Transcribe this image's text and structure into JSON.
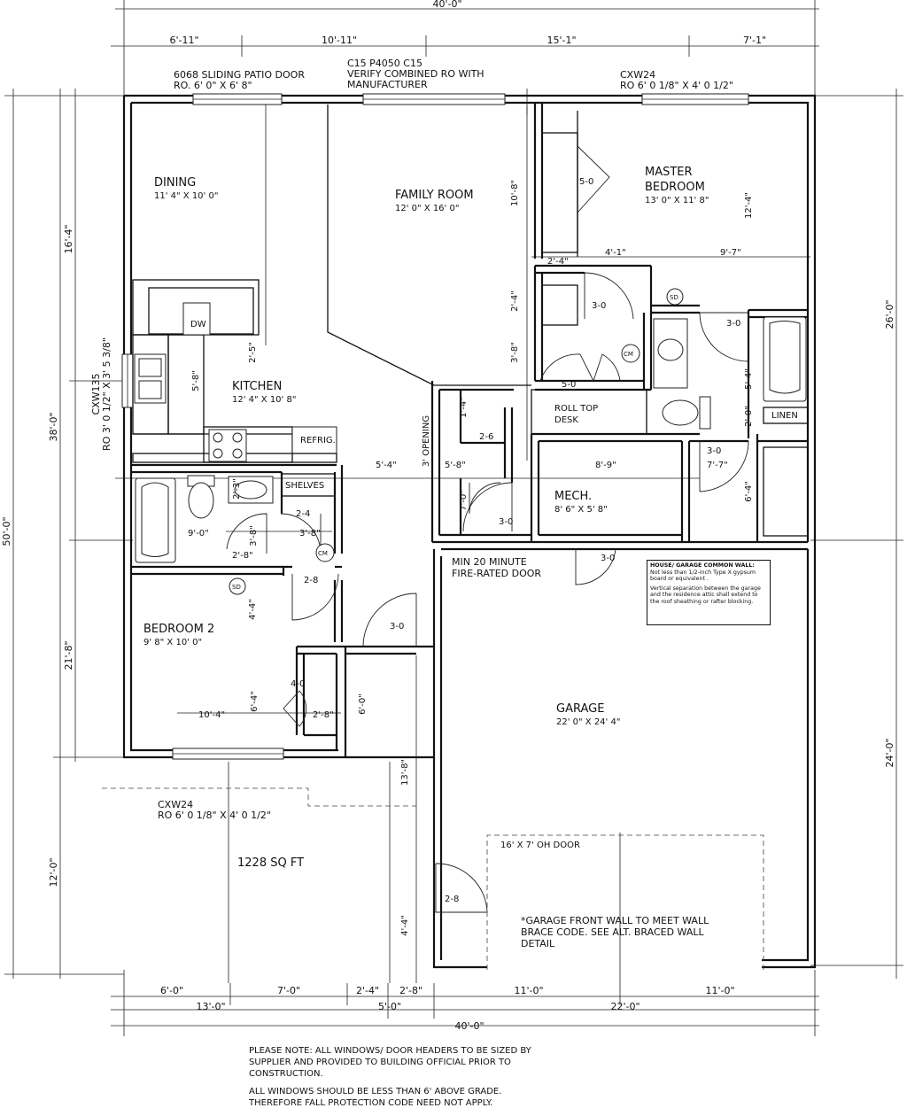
{
  "overall": {
    "width_top": "40'-0\"",
    "width_bottom": "40'-0\"",
    "depth_left": "50'-0\"",
    "depth_left_upper": "38'-0\"",
    "depth_left_lower": "12'-0\"",
    "right_upper": "26'-0\"",
    "right_lower": "24'-0\""
  },
  "top_dims": [
    "6'-11\"",
    "10'-11\"",
    "15'-1\"",
    "7'-1\""
  ],
  "bottom_dims_row1": [
    "6'-0\"",
    "7'-0\"",
    "2'-4\"",
    "2'-8\"",
    "11'-0\"",
    "11'-0\""
  ],
  "bottom_dims_row2": [
    "13'-0\"",
    "5'-0\"",
    "22'-0\""
  ],
  "left_dims": [
    "16'-4\"",
    "21'-8\""
  ],
  "window_notes": {
    "patio_line1": "6068 SLIDING PATIO DOOR",
    "patio_line2": "RO. 6' 0\" X 6' 8\"",
    "c15_line1": "C15 P4050 C15",
    "c15_line2": "VERIFY COMBINED RO WITH",
    "c15_line3": "MANUFACTURER",
    "cxw24_top_line1": "CXW24",
    "cxw24_top_line2": "RO 6' 0 1/8\" X 4' 0 1/2\"",
    "cxw135_line1": "CXW135",
    "cxw135_line2": "RO 3' 0 1/2\" X 3' 5 3/8\"",
    "cxw24_bottom_line1": "CXW24",
    "cxw24_bottom_line2": "RO 6' 0 1/8\" X 4' 0 1/2\""
  },
  "rooms": {
    "dining_name": "DINING",
    "dining_size": "11' 4\" X 10' 0\"",
    "family_name": "FAMILY ROOM",
    "family_size": "12' 0\" X 16' 0\"",
    "master_name1": "MASTER",
    "master_name2": "BEDROOM",
    "master_size": "13' 0\" X 11' 8\"",
    "kitchen_name": "KITCHEN",
    "kitchen_size": "12' 4\" X 10' 8\"",
    "mech_name": "MECH.",
    "mech_size": "8' 6\" X 5' 8\"",
    "bedroom2_name": "BEDROOM 2",
    "bedroom2_size": "9' 8\" X 10' 0\"",
    "garage_name": "GARAGE",
    "garage_size": "22' 0\" X 24' 4\""
  },
  "labels": {
    "dw": "DW",
    "refrig": "REFRIG.",
    "shelves": "SHELVES",
    "linen": "LINEN",
    "roll_top1": "ROLL TOP",
    "roll_top2": "DESK",
    "opening": "3' OPENING",
    "fire_door1": "MIN 20 MINUTE",
    "fire_door2": "FIRE-RATED DOOR",
    "sqft": "1228 SQ FT",
    "oh_door": "16' X 7' OH DOOR",
    "cm": "CM",
    "sd": "SD"
  },
  "interior_dims": {
    "closet_master": "5-0",
    "d_10_8": "10'-8\"",
    "d_12_4": "12'-4\"",
    "d_2_4a": "2'-4\"",
    "d_4_1": "4'-1\"",
    "d_9_7": "9'-7\"",
    "d_2_4v": "2'-4\"",
    "d_3_0a": "3-0",
    "d_3_0b": "3-0",
    "d_3_8": "3'-8\"",
    "d_5_0": "5-0",
    "d_5_4": "5'-4\"",
    "d_2_0": "2'-0\"",
    "d_3_0c": "3-0",
    "d_7_7": "7'-7\"",
    "d_6_4": "6'-4\"",
    "d_1_4": "1'-4\"",
    "d_2_6": "2-6",
    "d_5_8k": "5'-8\"",
    "d_2_5": "2'-5\"",
    "d_5_4k": "5'-4\"",
    "d_5_8m": "5'-8\"",
    "d_8_9": "8'-9\"",
    "d_7_0": "7'-0\"",
    "d_3_0d": "3-0",
    "d_3_0e": "3-0",
    "d_2_3": "2'-3\"",
    "d_2_4b": "2-4",
    "d_9_0": "9'-0\"",
    "d_2_8": "2'-8\"",
    "d_3_8b": "3'-8\"",
    "d_3_8c": "3'-8\"",
    "d_2_8b": "2-8",
    "d_3_0f": "3-0",
    "d_4_4": "4'-4\"",
    "d_4_0": "4-0",
    "d_10_4": "10'-4\"",
    "d_6_4b": "6'-4\"",
    "d_2_8c": "2'-8\"",
    "d_6_0": "6'-0\"",
    "d_13_8": "13'-8\"",
    "d_2_8d": "2-8",
    "d_4_4b": "4'-4\""
  },
  "common_wall_note": {
    "title": "HOUSE/ GARAGE COMMON WALL:",
    "line1": "Not less than 1/2-inch Type X gypsum board or equivalent .",
    "line2": "Vertical separation between the garage and the residence attic shall extend to the roof sheathing or rafter blocking."
  },
  "garage_note": {
    "line1": "*GARAGE FRONT WALL TO MEET WALL",
    "line2": "BRACE CODE.  SEE ALT. BRACED WALL",
    "line3": "DETAIL"
  },
  "notes": {
    "n1_line1": "PLEASE NOTE:  ALL WINDOWS/ DOOR HEADERS TO BE SIZED BY",
    "n1_line2": "SUPPLIER AND PROVIDED TO BUILDING OFFICIAL PRIOR TO",
    "n1_line3": "CONSTRUCTION.",
    "n2_line1": "ALL WINDOWS SHOULD BE LESS THAN 6' ABOVE GRADE.",
    "n2_line2": "THEREFORE FALL PROTECTION CODE NEED NOT APPLY."
  }
}
